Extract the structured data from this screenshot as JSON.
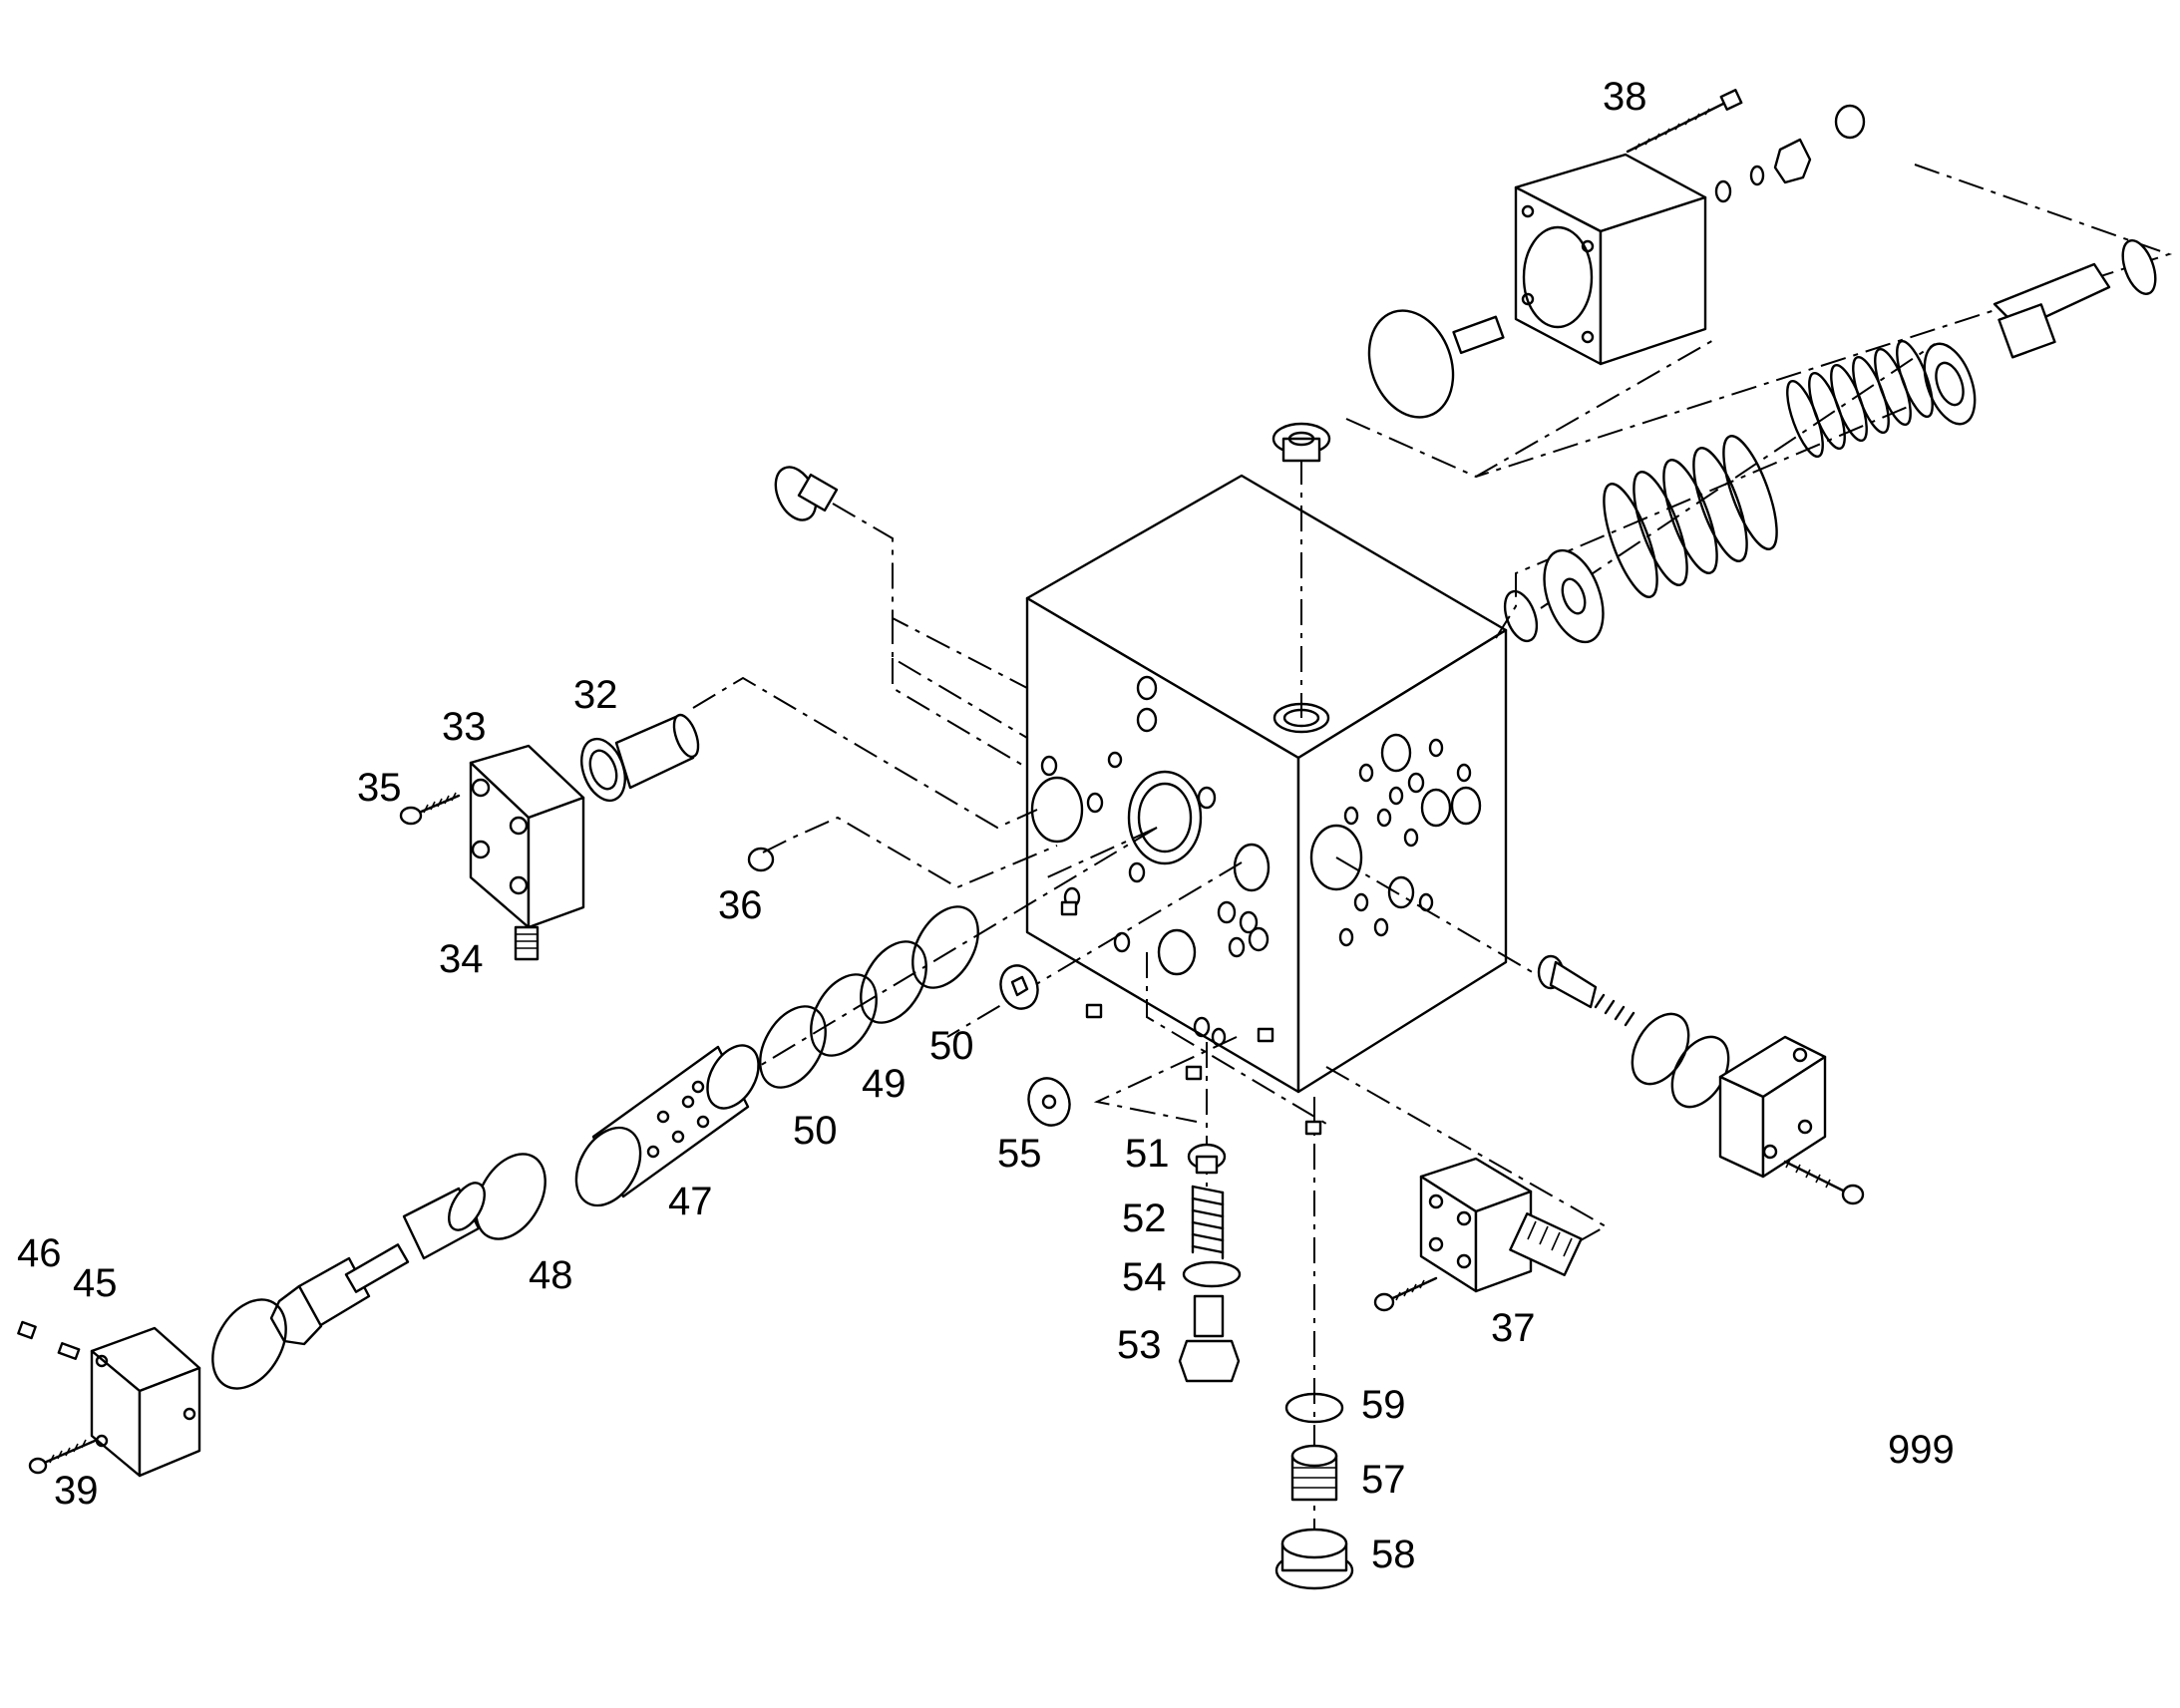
{
  "diagram": {
    "labels": {
      "p32": "32",
      "p33": "33",
      "p34": "34",
      "p35": "35",
      "p36": "36",
      "p37": "37",
      "p38": "38",
      "p39": "39",
      "p45": "45",
      "p46": "46",
      "p47": "47",
      "p48": "48",
      "p49": "49",
      "p50a": "50",
      "p50b": "50",
      "p51": "51",
      "p52": "52",
      "p53": "53",
      "p54": "54",
      "p55": "55",
      "p57": "57",
      "p58": "58",
      "p59": "59"
    },
    "sheet_number": "999"
  }
}
